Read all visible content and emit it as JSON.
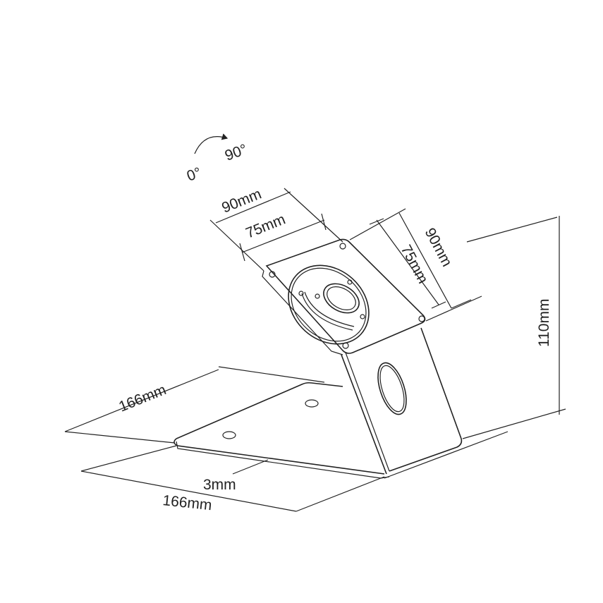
{
  "diagram": {
    "rotation": {
      "start_label": "0°",
      "end_label": "90°"
    },
    "dimensions": {
      "plate_width_outer": "90mm",
      "plate_width_vesa": "75mm",
      "plate_height_outer": "90mm",
      "plate_height_vesa": "75mm",
      "total_height": "110mm",
      "base_depth": "166mm",
      "base_thickness": "3mm",
      "base_width": "166mm"
    },
    "colors": {
      "line": "#222222",
      "background": "#ffffff"
    }
  }
}
